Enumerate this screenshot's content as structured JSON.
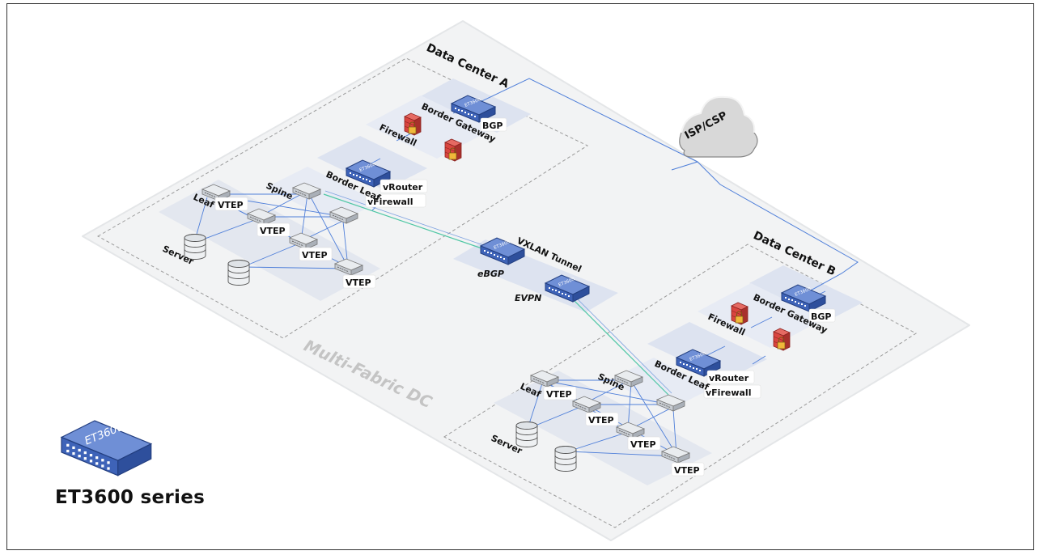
{
  "labels": {
    "dc_a": "Data Center A",
    "dc_b": "Data Center B",
    "multi_fabric": "Multi-Fabric DC",
    "isp": "ISP/CSP",
    "vxlan": "VXLAN Tunnel",
    "ebgp": "eBGP",
    "evpn": "EVPN",
    "bgp": "BGP",
    "border_gateway": "Border Gateway",
    "firewall": "Firewall",
    "border_leaf": "Border Leaf",
    "vrouter": "vRouter",
    "vfirewall": "vFirewall",
    "spine": "Spine",
    "leaf": "Leaf",
    "vtep": "VTEP",
    "server": "Server",
    "device_model": "ET3600",
    "series_title": "ET3600 series"
  },
  "colors": {
    "platform": "#f2f3f4",
    "tile": "#dde3f0",
    "switch_top": "#6f8fd6",
    "switch_side": "#2e4f9c",
    "firewall": "#d9453f",
    "link_blue": "#4f7fd9",
    "link_green": "#4fc7a4",
    "cloud": "#d8d8d8"
  }
}
